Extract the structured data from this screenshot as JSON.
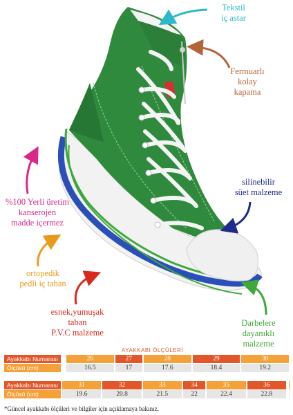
{
  "callouts": {
    "lining": [
      "Tekstil",
      "iç astar"
    ],
    "zipper": [
      "Fermuarlı",
      "kolay",
      "kapama"
    ],
    "suede": [
      "silinebilir",
      "süet malzeme"
    ],
    "local": [
      "%100 Yerli üretim",
      "kanserojen",
      "madde içermez"
    ],
    "insole": [
      "ortopedik",
      "pedli iç taban"
    ],
    "sole": [
      "esnek,yumuşak",
      "taban",
      "P.V.C  malzeme"
    ],
    "durable": [
      "Darbelere dayanıklı",
      "malzeme"
    ]
  },
  "colors": {
    "lining": "#2bb8c8",
    "zipper": "#b5643a",
    "suede": "#1f2a8a",
    "local": "#d8288a",
    "insole": "#e89a1c",
    "sole": "#d62a1e",
    "durable": "#3fa83a",
    "shoe_body": "#2f8a3e",
    "sole_stripe": "#2a4fb8"
  },
  "size_table": {
    "title": "AYAKKABI ÖLÇÜLERİ",
    "size_label": "Ayakkabı Numarası",
    "length_label": "Ölçüsü (cm)",
    "rows": [
      {
        "sizes": [
          "",
          "",
          "",
          "26",
          "27",
          "28",
          "29",
          "30"
        ],
        "lengths": [
          "",
          "",
          "",
          "16.5",
          "17",
          "17.6",
          "18.4",
          "19.2"
        ]
      },
      {
        "sizes": [
          "31",
          "32",
          "33",
          "34",
          "35",
          "36",
          "",
          ""
        ],
        "lengths": [
          "19.6",
          "20.8",
          "21.5",
          "22",
          "22.4",
          "22.8",
          "",
          ""
        ]
      }
    ]
  },
  "footnote": "*Güncel ayakkabı ölçüleri ve bilgiler için açıklamaya bakınız."
}
